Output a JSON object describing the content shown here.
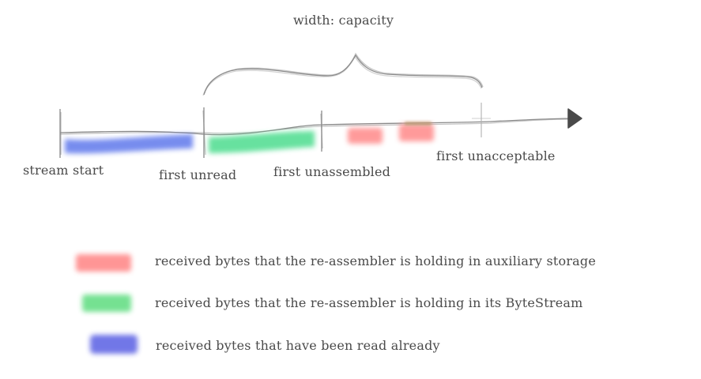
{
  "diagram": {
    "capacity_label": "width: capacity",
    "markers": {
      "stream_start": "stream start",
      "first_unread": "first unread",
      "first_unassembled": "first unassembled",
      "first_unacceptable": "first unacceptable"
    }
  },
  "legend": [
    {
      "text": "received bytes that the re-assembler is holding in auxiliary storage",
      "color": "#ff8a8a"
    },
    {
      "text": "received bytes that the re-assembler is holding in its ByteStream",
      "color": "#6ee08c"
    },
    {
      "text": "received bytes that have been read already",
      "color": "#6a70e6"
    }
  ],
  "colors": {
    "read": "#6f86ee",
    "in_stream": "#5fe09a",
    "auxiliary": "#ff9090",
    "line": "#8a8a8a",
    "arrow_head": "#4a4a4a"
  }
}
